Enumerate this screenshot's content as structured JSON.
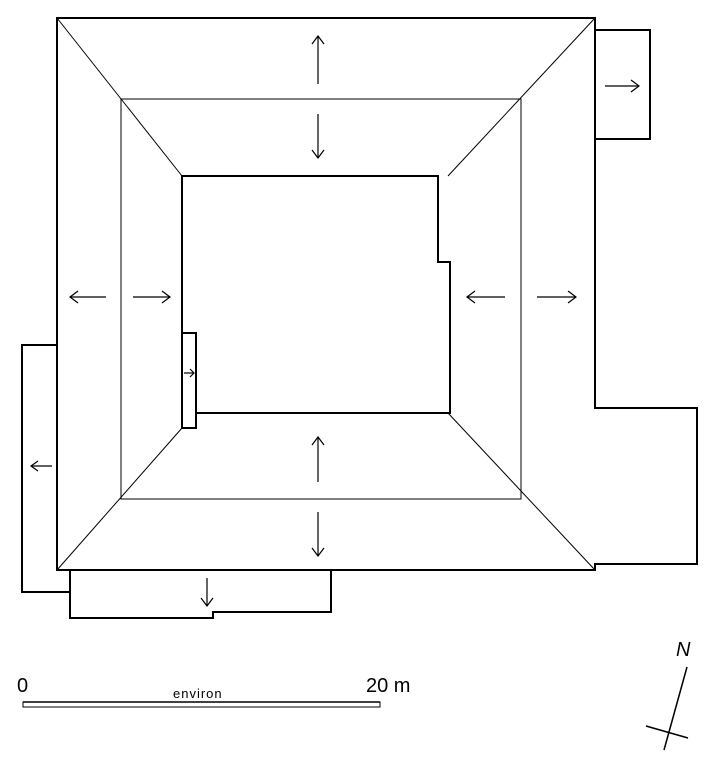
{
  "scale_bar": {
    "start_label": "0",
    "end_label": "20 m",
    "caption": "environ"
  },
  "north_arrow": {
    "label": "N"
  }
}
